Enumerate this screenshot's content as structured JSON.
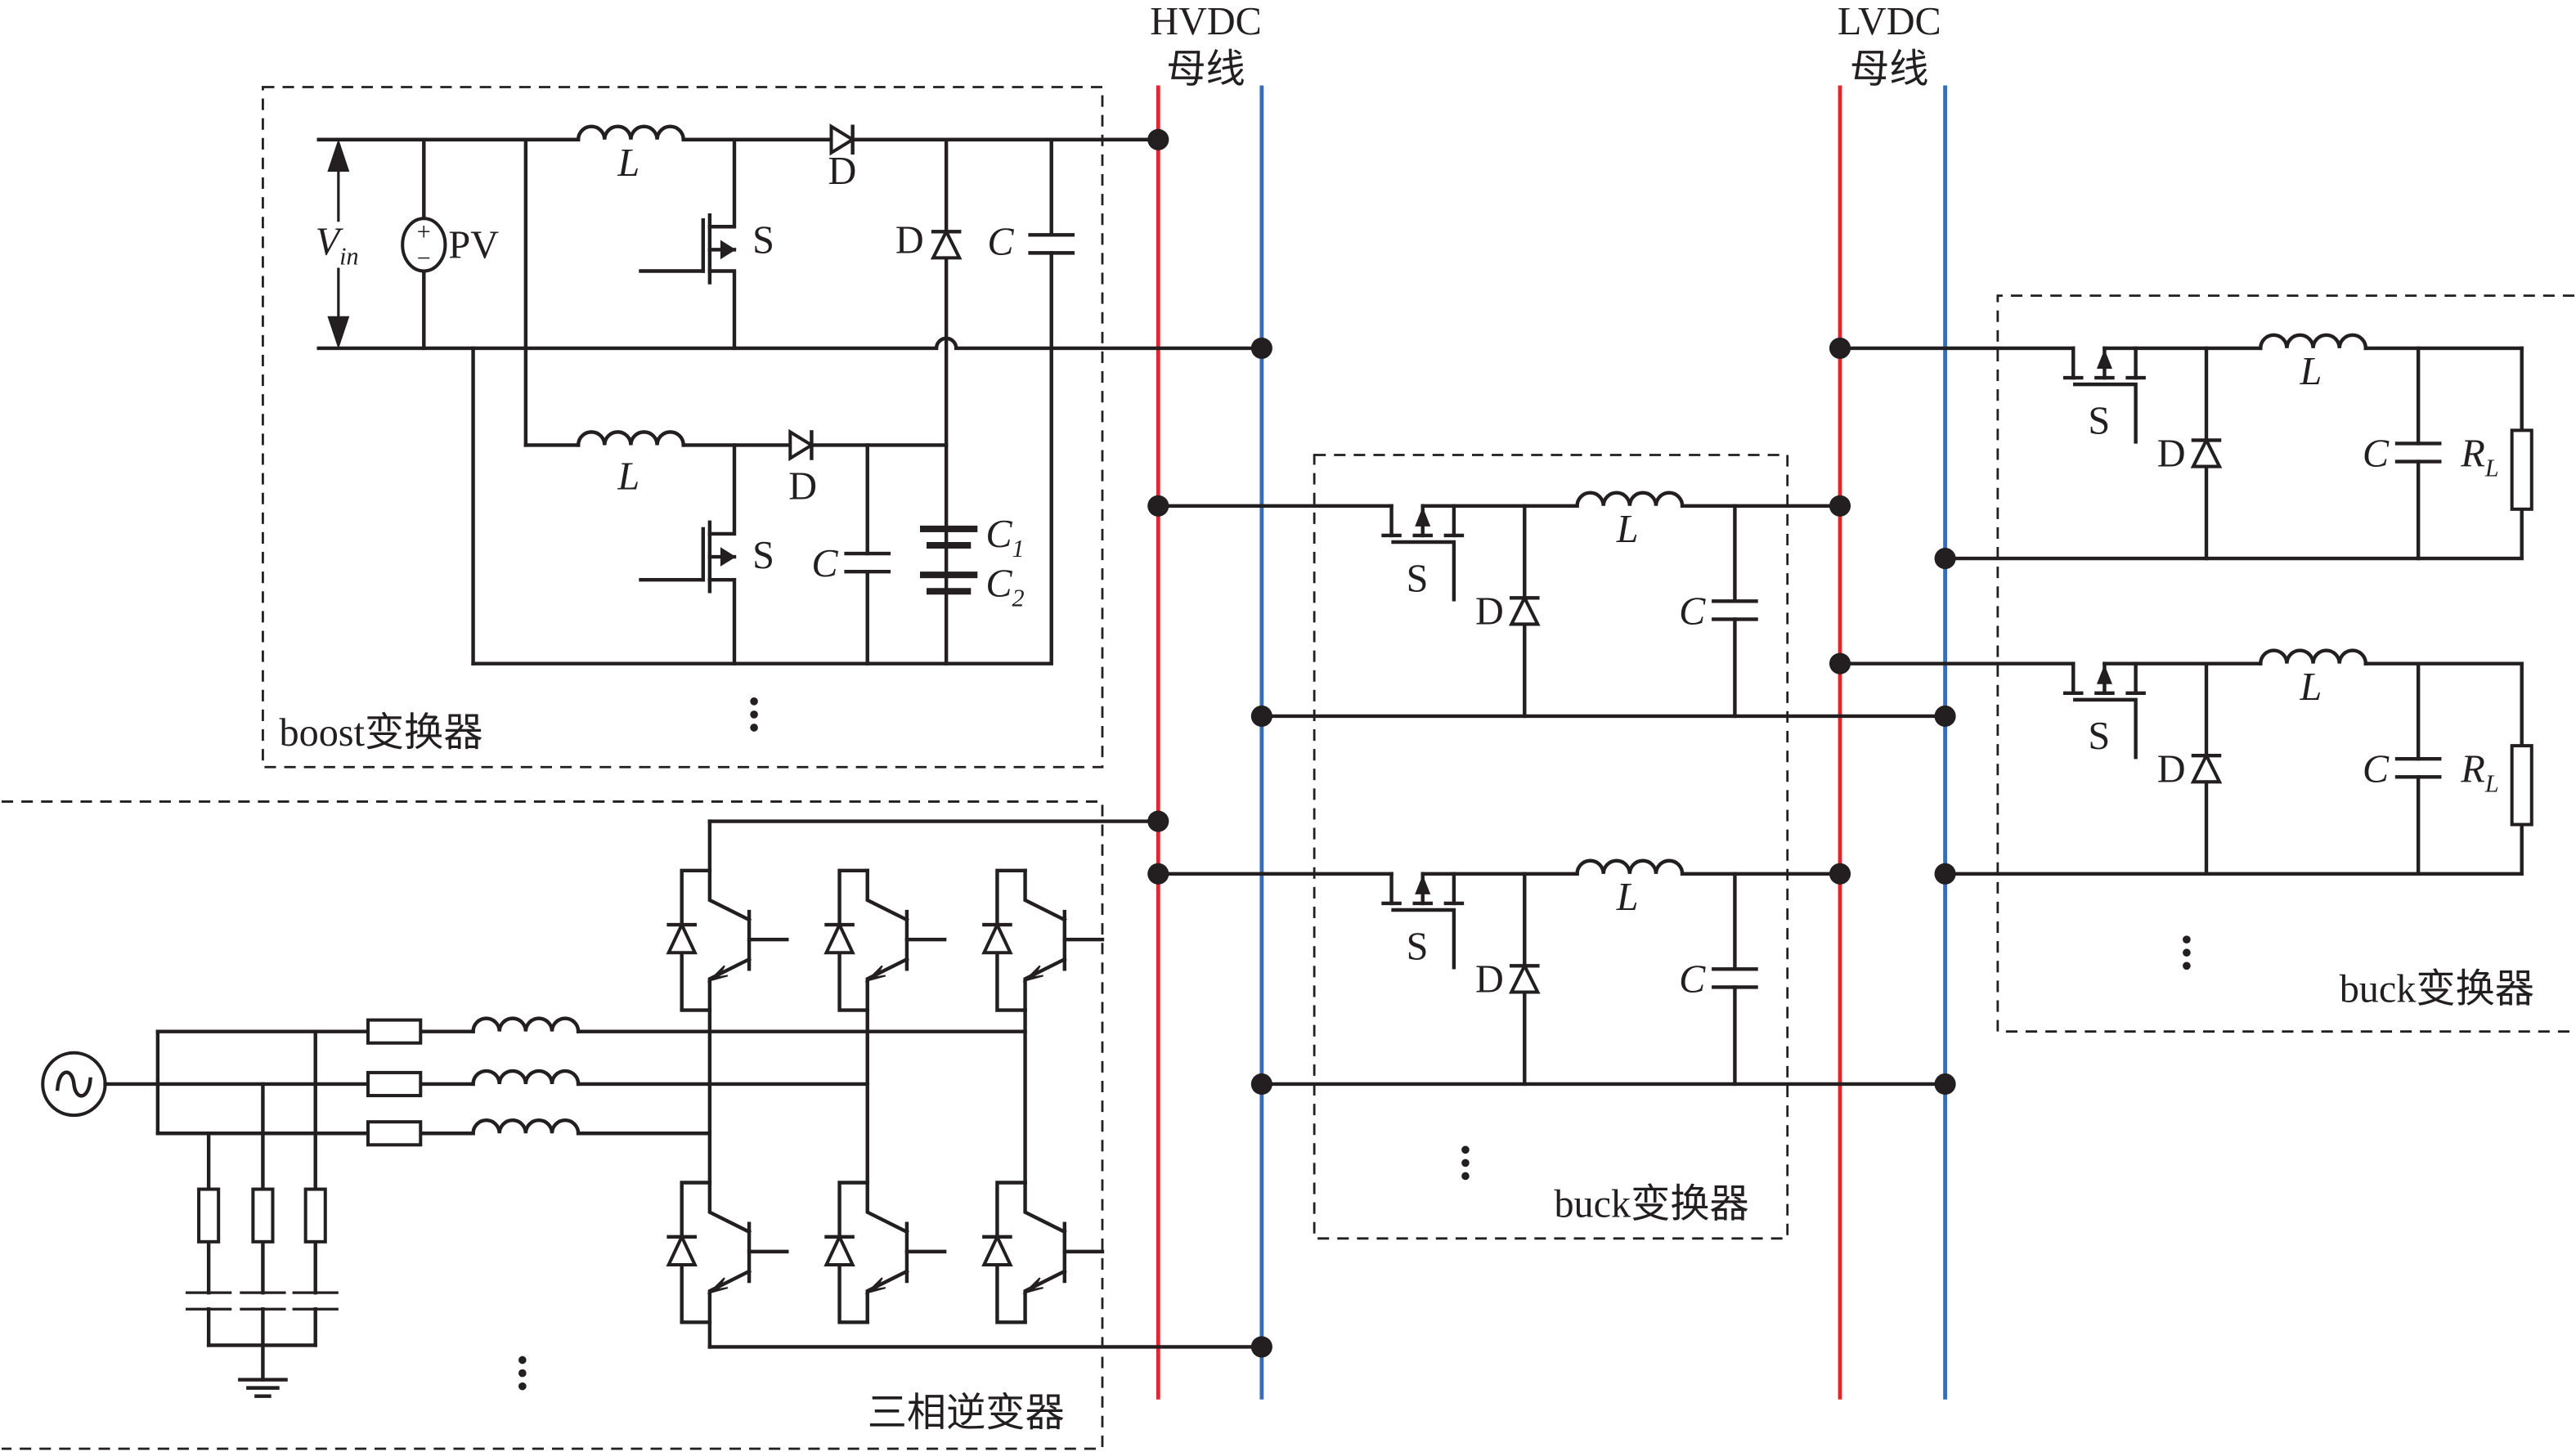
{
  "diagram": {
    "colors": {
      "hvdc_positive": "#e3262e",
      "negative_rail": "#3a6db5",
      "wire": "#231f20",
      "background": "#ffffff"
    },
    "buses": {
      "hvdc": {
        "name": "HVDC",
        "suffix": "母线"
      },
      "lvdc": {
        "name": "LVDC",
        "suffix": "母线"
      }
    },
    "blocks": {
      "boost": {
        "title": "boost变换器",
        "source_label": "PV",
        "voltage_label": "V",
        "voltage_sub": "in",
        "plus": "+",
        "minus": "−",
        "inductor": "L",
        "diode_series": "D",
        "switch": "S",
        "diode_clamp": "D",
        "capacitor": "C",
        "capacitor_1": "C",
        "capacitor_1_sub": "1",
        "capacitor_2": "C",
        "capacitor_2_sub": "2",
        "ellipsis": "⋮"
      },
      "buck_mid": {
        "title": "buck变换器",
        "switch": "S",
        "diode": "D",
        "inductor": "L",
        "capacitor": "C",
        "ellipsis": "⋮"
      },
      "buck_right": {
        "title": "buck变换器",
        "switch": "S",
        "diode": "D",
        "inductor": "L",
        "capacitor": "C",
        "load": "R",
        "load_sub": "L",
        "ellipsis": "⋮"
      },
      "inverter": {
        "title": "三相逆变器",
        "source_symbol": "~",
        "ellipsis": "⋮"
      }
    }
  }
}
